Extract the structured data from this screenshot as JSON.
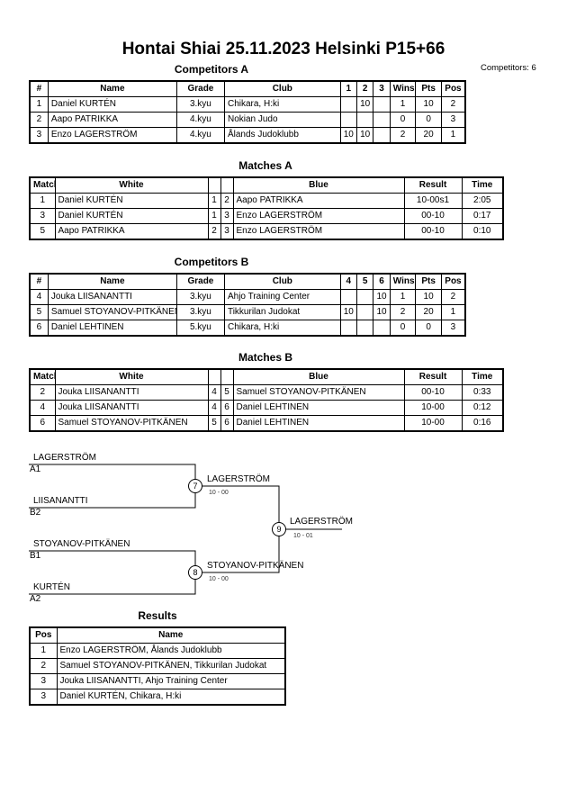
{
  "header": {
    "title": "Hontai Shiai  25.11.2023  Helsinki   P15+66",
    "competitors_count": "Competitors: 6"
  },
  "competitors_a": {
    "title": "Competitors A",
    "headers": [
      "#",
      "Name",
      "Grade",
      "Club",
      "1",
      "2",
      "3",
      "Wins",
      "Pts",
      "Pos"
    ],
    "rows": [
      [
        "1",
        "Daniel KURTÉN",
        "3.kyu",
        "Chikara, H:ki",
        "",
        "10",
        "",
        "1",
        "10",
        "2"
      ],
      [
        "2",
        "Aapo PATRIKKA",
        "4.kyu",
        "Nokian Judo",
        "",
        "",
        "",
        "0",
        "0",
        "3"
      ],
      [
        "3",
        "Enzo LAGERSTRÖM",
        "4.kyu",
        "Ålands Judoklubb",
        "10",
        "10",
        "",
        "2",
        "20",
        "1"
      ]
    ]
  },
  "matches_a": {
    "title": "Matches A",
    "headers": [
      "Match",
      "White",
      "",
      "",
      "Blue",
      "Result",
      "Time"
    ],
    "rows": [
      [
        "1",
        "Daniel KURTÉN",
        "1",
        "2",
        "Aapo PATRIKKA",
        "10-00s1",
        "2:05"
      ],
      [
        "3",
        "Daniel KURTÉN",
        "1",
        "3",
        "Enzo LAGERSTRÖM",
        "00-10",
        "0:17"
      ],
      [
        "5",
        "Aapo PATRIKKA",
        "2",
        "3",
        "Enzo LAGERSTRÖM",
        "00-10",
        "0:10"
      ]
    ]
  },
  "competitors_b": {
    "title": "Competitors B",
    "headers": [
      "#",
      "Name",
      "Grade",
      "Club",
      "4",
      "5",
      "6",
      "Wins",
      "Pts",
      "Pos"
    ],
    "rows": [
      [
        "4",
        "Jouka LIISANANTTI",
        "3.kyu",
        "Ahjo Training Center",
        "",
        "",
        "10",
        "1",
        "10",
        "2"
      ],
      [
        "5",
        "Samuel STOYANOV-PITKÄNEN",
        "3.kyu",
        "Tikkurilan Judokat",
        "10",
        "",
        "10",
        "2",
        "20",
        "1"
      ],
      [
        "6",
        "Daniel LEHTINEN",
        "5.kyu",
        "Chikara, H:ki",
        "",
        "",
        "",
        "0",
        "0",
        "3"
      ]
    ]
  },
  "matches_b": {
    "title": "Matches B",
    "headers": [
      "Match",
      "White",
      "",
      "",
      "Blue",
      "Result",
      "Time"
    ],
    "rows": [
      [
        "2",
        "Jouka LIISANANTTI",
        "4",
        "5",
        "Samuel STOYANOV-PITKÄNEN",
        "00-10",
        "0:33"
      ],
      [
        "4",
        "Jouka LIISANANTTI",
        "4",
        "6",
        "Daniel LEHTINEN",
        "10-00",
        "0:12"
      ],
      [
        "6",
        "Samuel STOYANOV-PITKÄNEN",
        "5",
        "6",
        "Daniel LEHTINEN",
        "10-00",
        "0:16"
      ]
    ]
  },
  "bracket": {
    "semi1": {
      "top_name": "LAGERSTRÖM",
      "top_pos": "A1",
      "bottom_name": "LIISANANTTI",
      "bottom_pos": "B2",
      "match_no": "7",
      "winner": "LAGERSTRÖM",
      "score": "10 - 00"
    },
    "semi2": {
      "top_name": "STOYANOV-PITKÄNEN",
      "top_pos": "B1",
      "bottom_name": "KURTÉN",
      "bottom_pos": "A2",
      "match_no": "8",
      "winner": "STOYANOV-PITKÄNEN",
      "score": "10 - 00"
    },
    "final": {
      "match_no": "9",
      "winner": "LAGERSTRÖM",
      "score": "10 - 01"
    }
  },
  "results": {
    "title": "Results",
    "headers": [
      "Pos",
      "Name"
    ],
    "rows": [
      [
        "1",
        "Enzo LAGERSTRÖM, Ålands Judoklubb"
      ],
      [
        "2",
        "Samuel STOYANOV-PITKÄNEN, Tikkurilan Judokat"
      ],
      [
        "3",
        "Jouka LIISANANTTI, Ahjo Training Center"
      ],
      [
        "3",
        "Daniel KURTÉN, Chikara, H:ki"
      ]
    ]
  }
}
